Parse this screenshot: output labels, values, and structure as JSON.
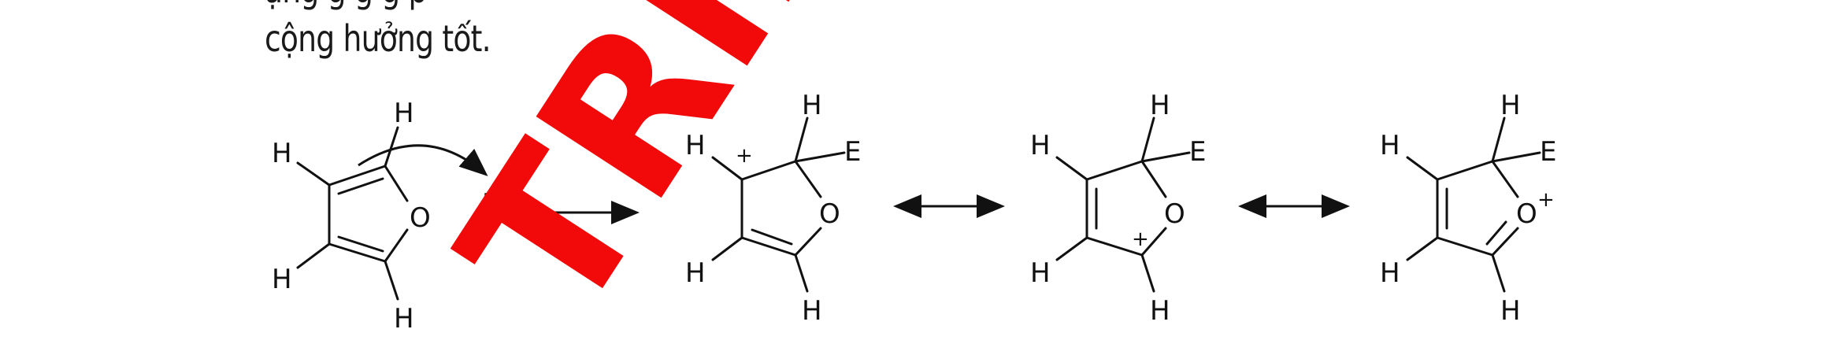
{
  "document": {
    "cut_line": "ạng g   g   g   p",
    "line": "cộng hưởng tốt."
  },
  "watermark": {
    "text": "TRÌN",
    "color": "#f20a0a"
  },
  "reaction": {
    "reactant_atoms": [
      "H",
      "H",
      "O",
      "H",
      "H"
    ],
    "electrophile": "E",
    "electrophile_charge": "+",
    "intermediate_atoms": [
      "H",
      "H",
      "E",
      "O",
      "H",
      "H"
    ],
    "intermediate_charge": "+",
    "resonance2_atoms": [
      "H",
      "H",
      "E",
      "O",
      "H",
      "H"
    ],
    "resonance2_charge": "+",
    "resonance3_atoms": [
      "H",
      "H",
      "E",
      "O",
      "H",
      "H"
    ],
    "resonance3_charge": "+"
  }
}
